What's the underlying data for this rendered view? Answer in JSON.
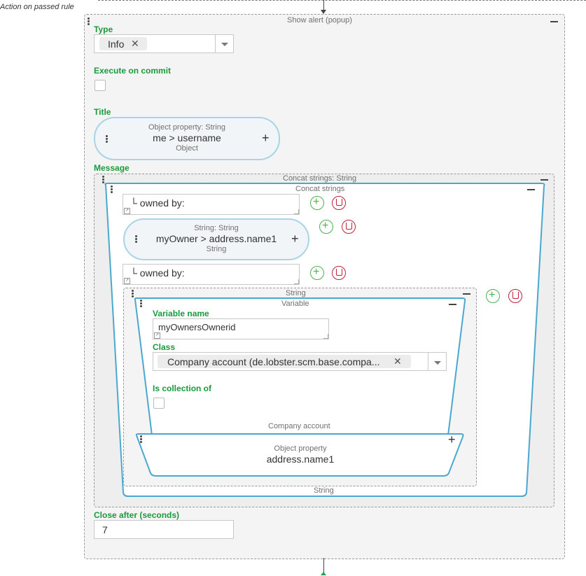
{
  "rule_header": "Action on passed rule",
  "alert": {
    "title": "Show alert (popup)"
  },
  "type_field": {
    "label": "Type",
    "value": "Info"
  },
  "execute_on_commit": {
    "label": "Execute on commit"
  },
  "title_field": {
    "label": "Title",
    "caption": "Object property: String",
    "value": "me > username",
    "sub": "Object"
  },
  "message": {
    "label": "Message",
    "outer_caption": "Concat strings: String",
    "inner_caption": "Concat strings",
    "item1_text": "└ owned by:",
    "item2": {
      "caption": "String: String",
      "value": "myOwner > address.name1",
      "sub": "String"
    },
    "item3_text": "└ owned by:",
    "string_caption": "String",
    "variable": {
      "caption": "Variable",
      "name_label": "Variable name",
      "name_value": "myOwnersOwnerid",
      "class_label": "Class",
      "class_value": "Company account (de.lobster.scm.base.compa...",
      "collection_label": "Is collection of",
      "bottom_caption": "Company account"
    },
    "object_property": {
      "caption": "Object property",
      "value": "address.name1"
    },
    "footer_caption": "String"
  },
  "close_after": {
    "label": "Close after (seconds)",
    "value": "7"
  },
  "colors": {
    "green": "#1a9a3a",
    "red": "#c0213b",
    "blue": "#4aa8d0",
    "border": "#a8d4e6"
  }
}
